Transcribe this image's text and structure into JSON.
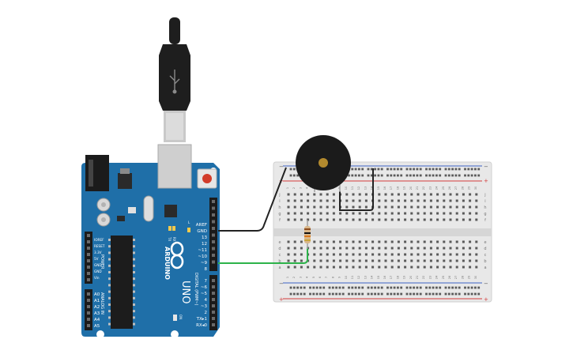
{
  "arduino": {
    "brand": "ARDUINO",
    "model": "UNO",
    "digital_label": "DIGITAL (PWM~)",
    "power_label": "POWER",
    "analog_label": "ANALOG IN",
    "on_label": "ON",
    "l_label": "L",
    "tx_label": "TX",
    "rx_label": "RX",
    "top_header_labels": [
      "AREF",
      "GND",
      "13",
      "12",
      "~11",
      "~10",
      "~9",
      "8"
    ],
    "bottom_header_labels": [
      "7",
      "~6",
      "~5",
      "4",
      "~3",
      "2",
      "TX▸1",
      "RX◂0"
    ],
    "power_labels": [
      "IOREF",
      "RESET",
      "3.3V",
      "5V",
      "GND",
      "GND",
      "Vin"
    ],
    "analog_labels": [
      "A0",
      "A1",
      "A2",
      "A3",
      "A4",
      "A5"
    ]
  },
  "breadboard": {
    "column_numbers": [
      "1",
      "2",
      "3",
      "4",
      "5",
      "6",
      "7",
      "8",
      "9",
      "10",
      "11",
      "12",
      "13",
      "14",
      "15",
      "16",
      "17",
      "18",
      "19",
      "20",
      "21",
      "22",
      "23",
      "24",
      "25",
      "26",
      "27",
      "28",
      "29",
      "30"
    ],
    "upper_row_letters": [
      "j",
      "i",
      "h",
      "g",
      "f"
    ],
    "lower_row_letters": [
      "e",
      "d",
      "c",
      "b",
      "a"
    ],
    "rail_minus": "−",
    "rail_plus": "+"
  },
  "wires": {
    "signal_color": "#2db34a",
    "ground_color": "#222222"
  },
  "colors": {
    "board_blue": "#1f6fa8",
    "board_dark": "#175b8c",
    "breadboard": "#e8e8e8",
    "rail_red": "#d33b3b",
    "rail_blue": "#3b62c4"
  }
}
